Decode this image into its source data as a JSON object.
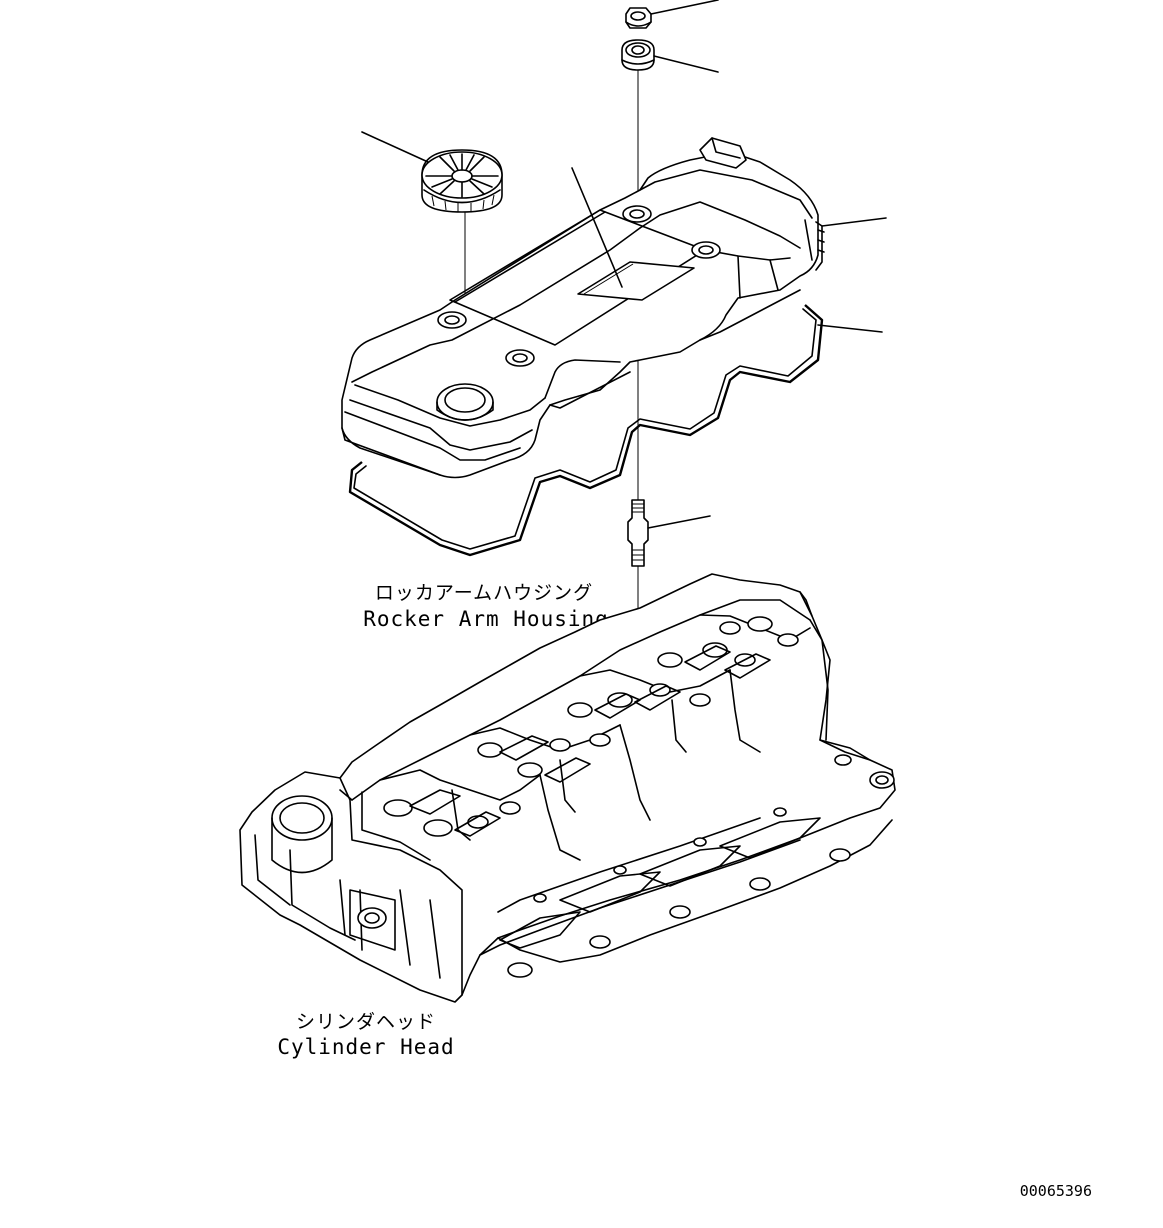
{
  "diagram": {
    "labels": {
      "rocker_arm_housing_jp": "ロッカアームハウジング",
      "rocker_arm_housing_en": "Rocker Arm Housing",
      "cylinder_head_jp": "シリンダヘッド",
      "cylinder_head_en": "Cylinder Head"
    },
    "figure_code": "00065396",
    "parts": [
      {
        "name": "nut",
        "icon": "flange-nut-icon"
      },
      {
        "name": "isolator",
        "icon": "grommet-icon"
      },
      {
        "name": "breather",
        "icon": "breather-filter-icon"
      },
      {
        "name": "label-plate",
        "icon": "label-icon"
      },
      {
        "name": "rocker-cover",
        "icon": "rocker-cover-icon"
      },
      {
        "name": "gasket",
        "icon": "gasket-icon"
      },
      {
        "name": "stud",
        "icon": "stud-bolt-icon"
      },
      {
        "name": "cylinder-head",
        "icon": "cylinder-head-icon"
      }
    ],
    "colors": {
      "line": "#000000",
      "background": "#ffffff"
    }
  }
}
